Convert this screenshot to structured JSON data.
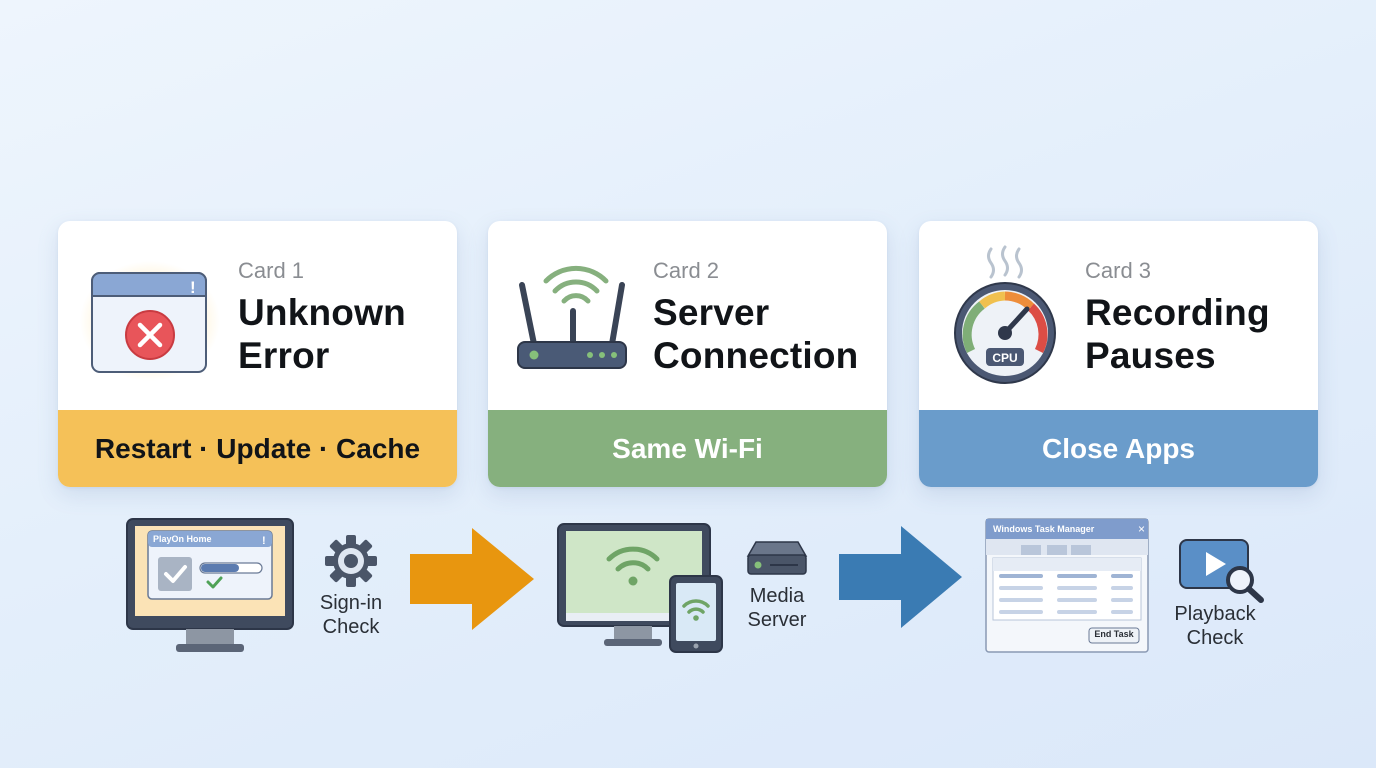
{
  "cards": [
    {
      "number": "Card 1",
      "title_line1": "Unknown",
      "title_line2": "Error",
      "band_label": "Restart · Update · Cache",
      "band_color": "#f5c158",
      "band_text_color": "#111418",
      "icon": "error-window-icon"
    },
    {
      "number": "Card 2",
      "title_line1": "Server",
      "title_line2": "Connection",
      "band_label": "Same Wi-Fi",
      "band_color": "#86b07e",
      "band_text_color": "#ffffff",
      "icon": "wifi-router-icon"
    },
    {
      "number": "Card 3",
      "title_line1": "Recording",
      "title_line2": "Pauses",
      "band_label": "Close Apps",
      "band_color": "#6a9ccb",
      "band_text_color": "#ffffff",
      "icon": "cpu-gauge-icon",
      "gauge_text": "CPU"
    }
  ],
  "flow": {
    "step1": {
      "monitor_window_title": "PlayOn Home",
      "label_line1": "Sign-in",
      "label_line2": "Check",
      "icon": "gear-icon"
    },
    "step2": {
      "label_line1": "Media",
      "label_line2": "Server",
      "icon": "media-server-icon"
    },
    "step3": {
      "window_title": "Windows Task Manager",
      "end_task_label": "End Task",
      "label_line1": "Playback",
      "label_line2": "Check",
      "icon": "playback-search-icon"
    },
    "arrow1_color": "#e8960f",
    "arrow2_color": "#3a7bb3"
  }
}
